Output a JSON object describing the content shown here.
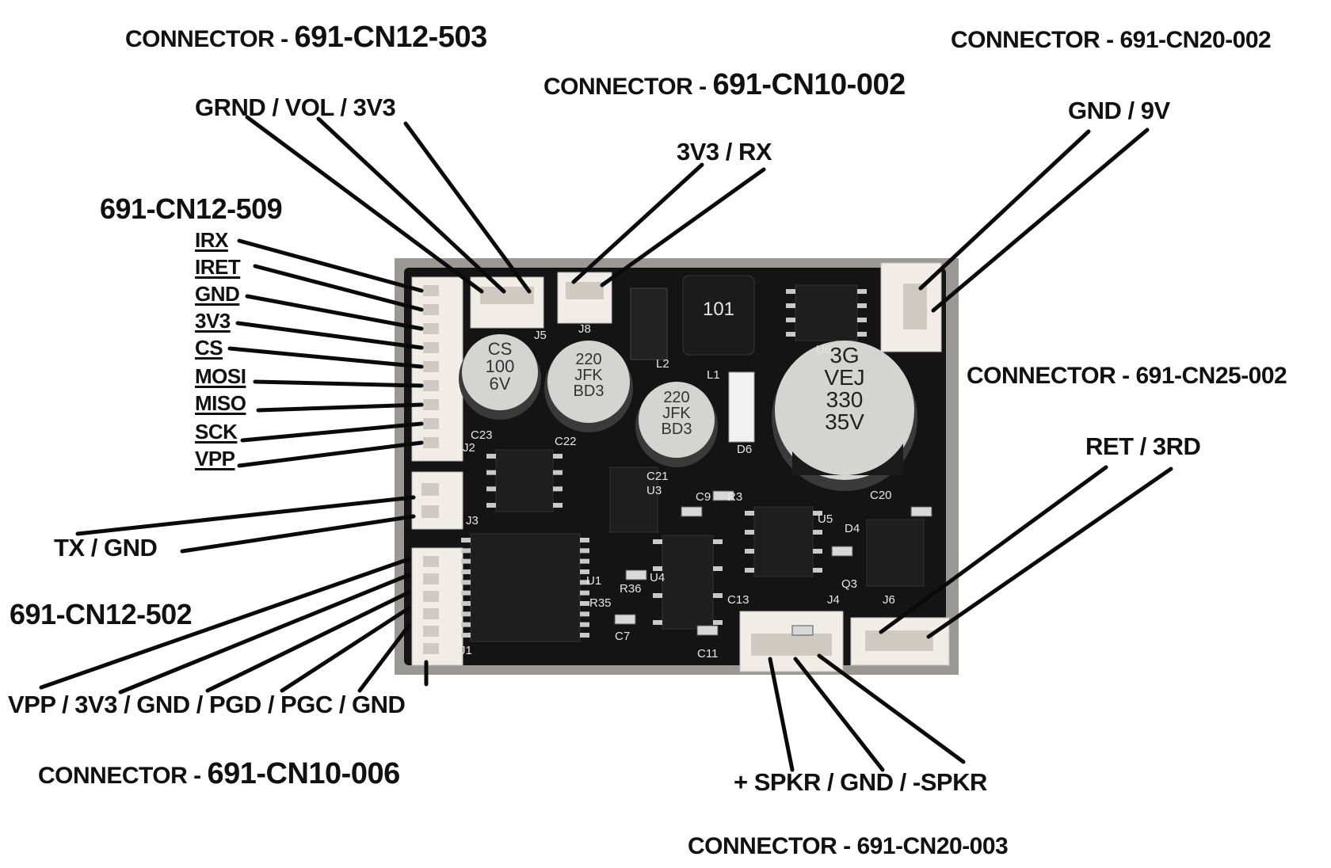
{
  "connectors": {
    "top_left": {
      "prefix": "CONNECTOR - ",
      "part": "691-CN12-503",
      "signals": "GRND / VOL / 3V3"
    },
    "top_middle": {
      "prefix": "CONNECTOR - ",
      "part": "691-CN10-002",
      "signals": "3V3 / RX"
    },
    "top_right": {
      "prefix": "CONNECTOR - ",
      "part": "691-CN20-002",
      "signals": "GND / 9V"
    },
    "right": {
      "prefix": "CONNECTOR - ",
      "part": "691-CN25-002",
      "signals": "RET / 3RD"
    },
    "bottom_right": {
      "prefix": "CONNECTOR - ",
      "part": "691-CN20-003",
      "signals": "+ SPKR / GND / -SPKR"
    },
    "bottom_left": {
      "prefix": "CONNECTOR - ",
      "part": "691-CN10-006",
      "signals": "VPP / 3V3 / GND / PGD / PGC / GND"
    },
    "left_upper": {
      "part": "691-CN12-509",
      "pins": [
        "IRX",
        "IRET",
        "GND",
        "3V3",
        "CS",
        "MOSI",
        "MISO",
        "SCK",
        "VPP"
      ]
    },
    "left_middle": {
      "signals": "TX / GND"
    },
    "left_lower": {
      "part": "691-CN12-502"
    }
  },
  "board": {
    "silkscreen": [
      "J5",
      "J8",
      "L2",
      "L1",
      "U6",
      "C23",
      "C22",
      "J2",
      "C21",
      "U3",
      "D6",
      "C20",
      "C9",
      "R3",
      "U5",
      "D4",
      "J3",
      "U1",
      "U4",
      "R36",
      "R35",
      "C13",
      "Q3",
      "J4",
      "J6",
      "C7",
      "C11",
      "J1"
    ],
    "capacitors": [
      {
        "lines": [
          "CS",
          "100",
          "6V"
        ]
      },
      {
        "lines": [
          "220",
          "JFK",
          "BD3"
        ]
      },
      {
        "lines": [
          "220",
          "JFK",
          "BD3"
        ]
      },
      {
        "lines": [
          "3G",
          "VEJ",
          "330",
          "35V"
        ]
      }
    ],
    "inductor": "101"
  },
  "colors": {
    "board": "#141414",
    "silk": "#e6e6e6",
    "header": "#f1ede6",
    "leader": "#0a0a0a"
  }
}
